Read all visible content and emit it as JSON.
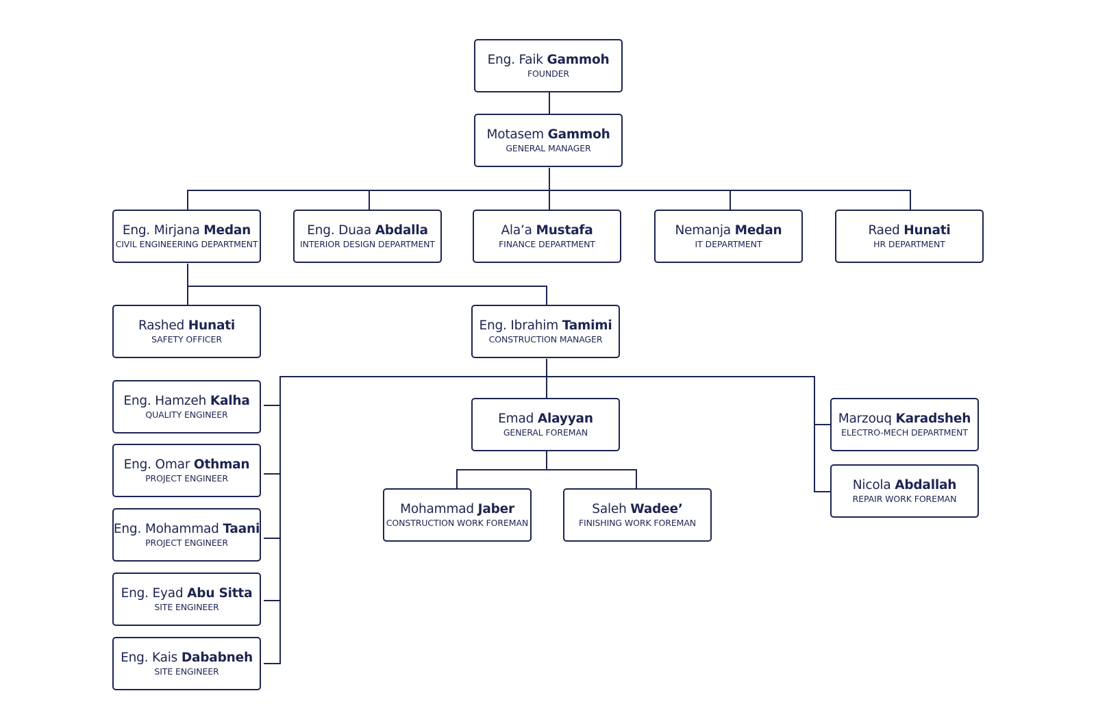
{
  "colors": {
    "line": "#1c2450",
    "border": "#1c2450",
    "text": "#1c2450",
    "background": "#ffffff"
  },
  "positions": {
    "founder": {
      "prefix": "Eng. Faik",
      "surname": "Gammoh",
      "role": "FOUNDER"
    },
    "general_manager": {
      "prefix": "Motasem",
      "surname": "Gammoh",
      "role": "GENERAL MANAGER"
    },
    "civil": {
      "prefix": "Eng. Mirjana",
      "surname": "Medan",
      "role": "CIVIL ENGINEERING DEPARTMENT"
    },
    "interior": {
      "prefix": "Eng. Duaa",
      "surname": "Abdalla",
      "role": "INTERIOR DESIGN DEPARTMENT"
    },
    "finance": {
      "prefix": "Ala’a",
      "surname": "Mustafa",
      "role": "FINANCE DEPARTMENT"
    },
    "it": {
      "prefix": "Nemanja",
      "surname": "Medan",
      "role": "IT DEPARTMENT"
    },
    "hr": {
      "prefix": "Raed",
      "surname": "Hunati",
      "role": "HR DEPARTMENT"
    },
    "safety": {
      "prefix": "Rashed",
      "surname": "Hunati",
      "role": "SAFETY OFFICER"
    },
    "construction_mgr": {
      "prefix": "Eng. Ibrahim",
      "surname": "Tamimi",
      "role": "CONSTRUCTION MANAGER"
    },
    "quality": {
      "prefix": "Eng. Hamzeh",
      "surname": "Kalha",
      "role": "QUALITY ENGINEER"
    },
    "project1": {
      "prefix": "Eng. Omar",
      "surname": "Othman",
      "role": "PROJECT ENGINEER"
    },
    "project2": {
      "prefix": "Eng. Mohammad",
      "surname": "Taani",
      "role": "PROJECT ENGINEER"
    },
    "site1": {
      "prefix": "Eng. Eyad",
      "surname": "Abu Sitta",
      "role": "SITE ENGINEER"
    },
    "site2": {
      "prefix": "Eng. Kais",
      "surname": "Dababneh",
      "role": "SITE ENGINEER"
    },
    "general_foreman": {
      "prefix": "Emad",
      "surname": "Alayyan",
      "role": "GENERAL FOREMAN"
    },
    "construction_fm": {
      "prefix": "Mohammad",
      "surname": "Jaber",
      "role": "CONSTRUCTION WORK FOREMAN"
    },
    "finishing_fm": {
      "prefix": "Saleh",
      "surname": "Wadee’",
      "role": "FINISHING WORK FOREMAN"
    },
    "electro": {
      "prefix": "Marzouq",
      "surname": "Karadsheh",
      "role": "ELECTRO-MECH DEPARTMENT"
    },
    "repair": {
      "prefix": "Nicola",
      "surname": "Abdallah",
      "role": "REPAIR WORK FOREMAN"
    }
  }
}
